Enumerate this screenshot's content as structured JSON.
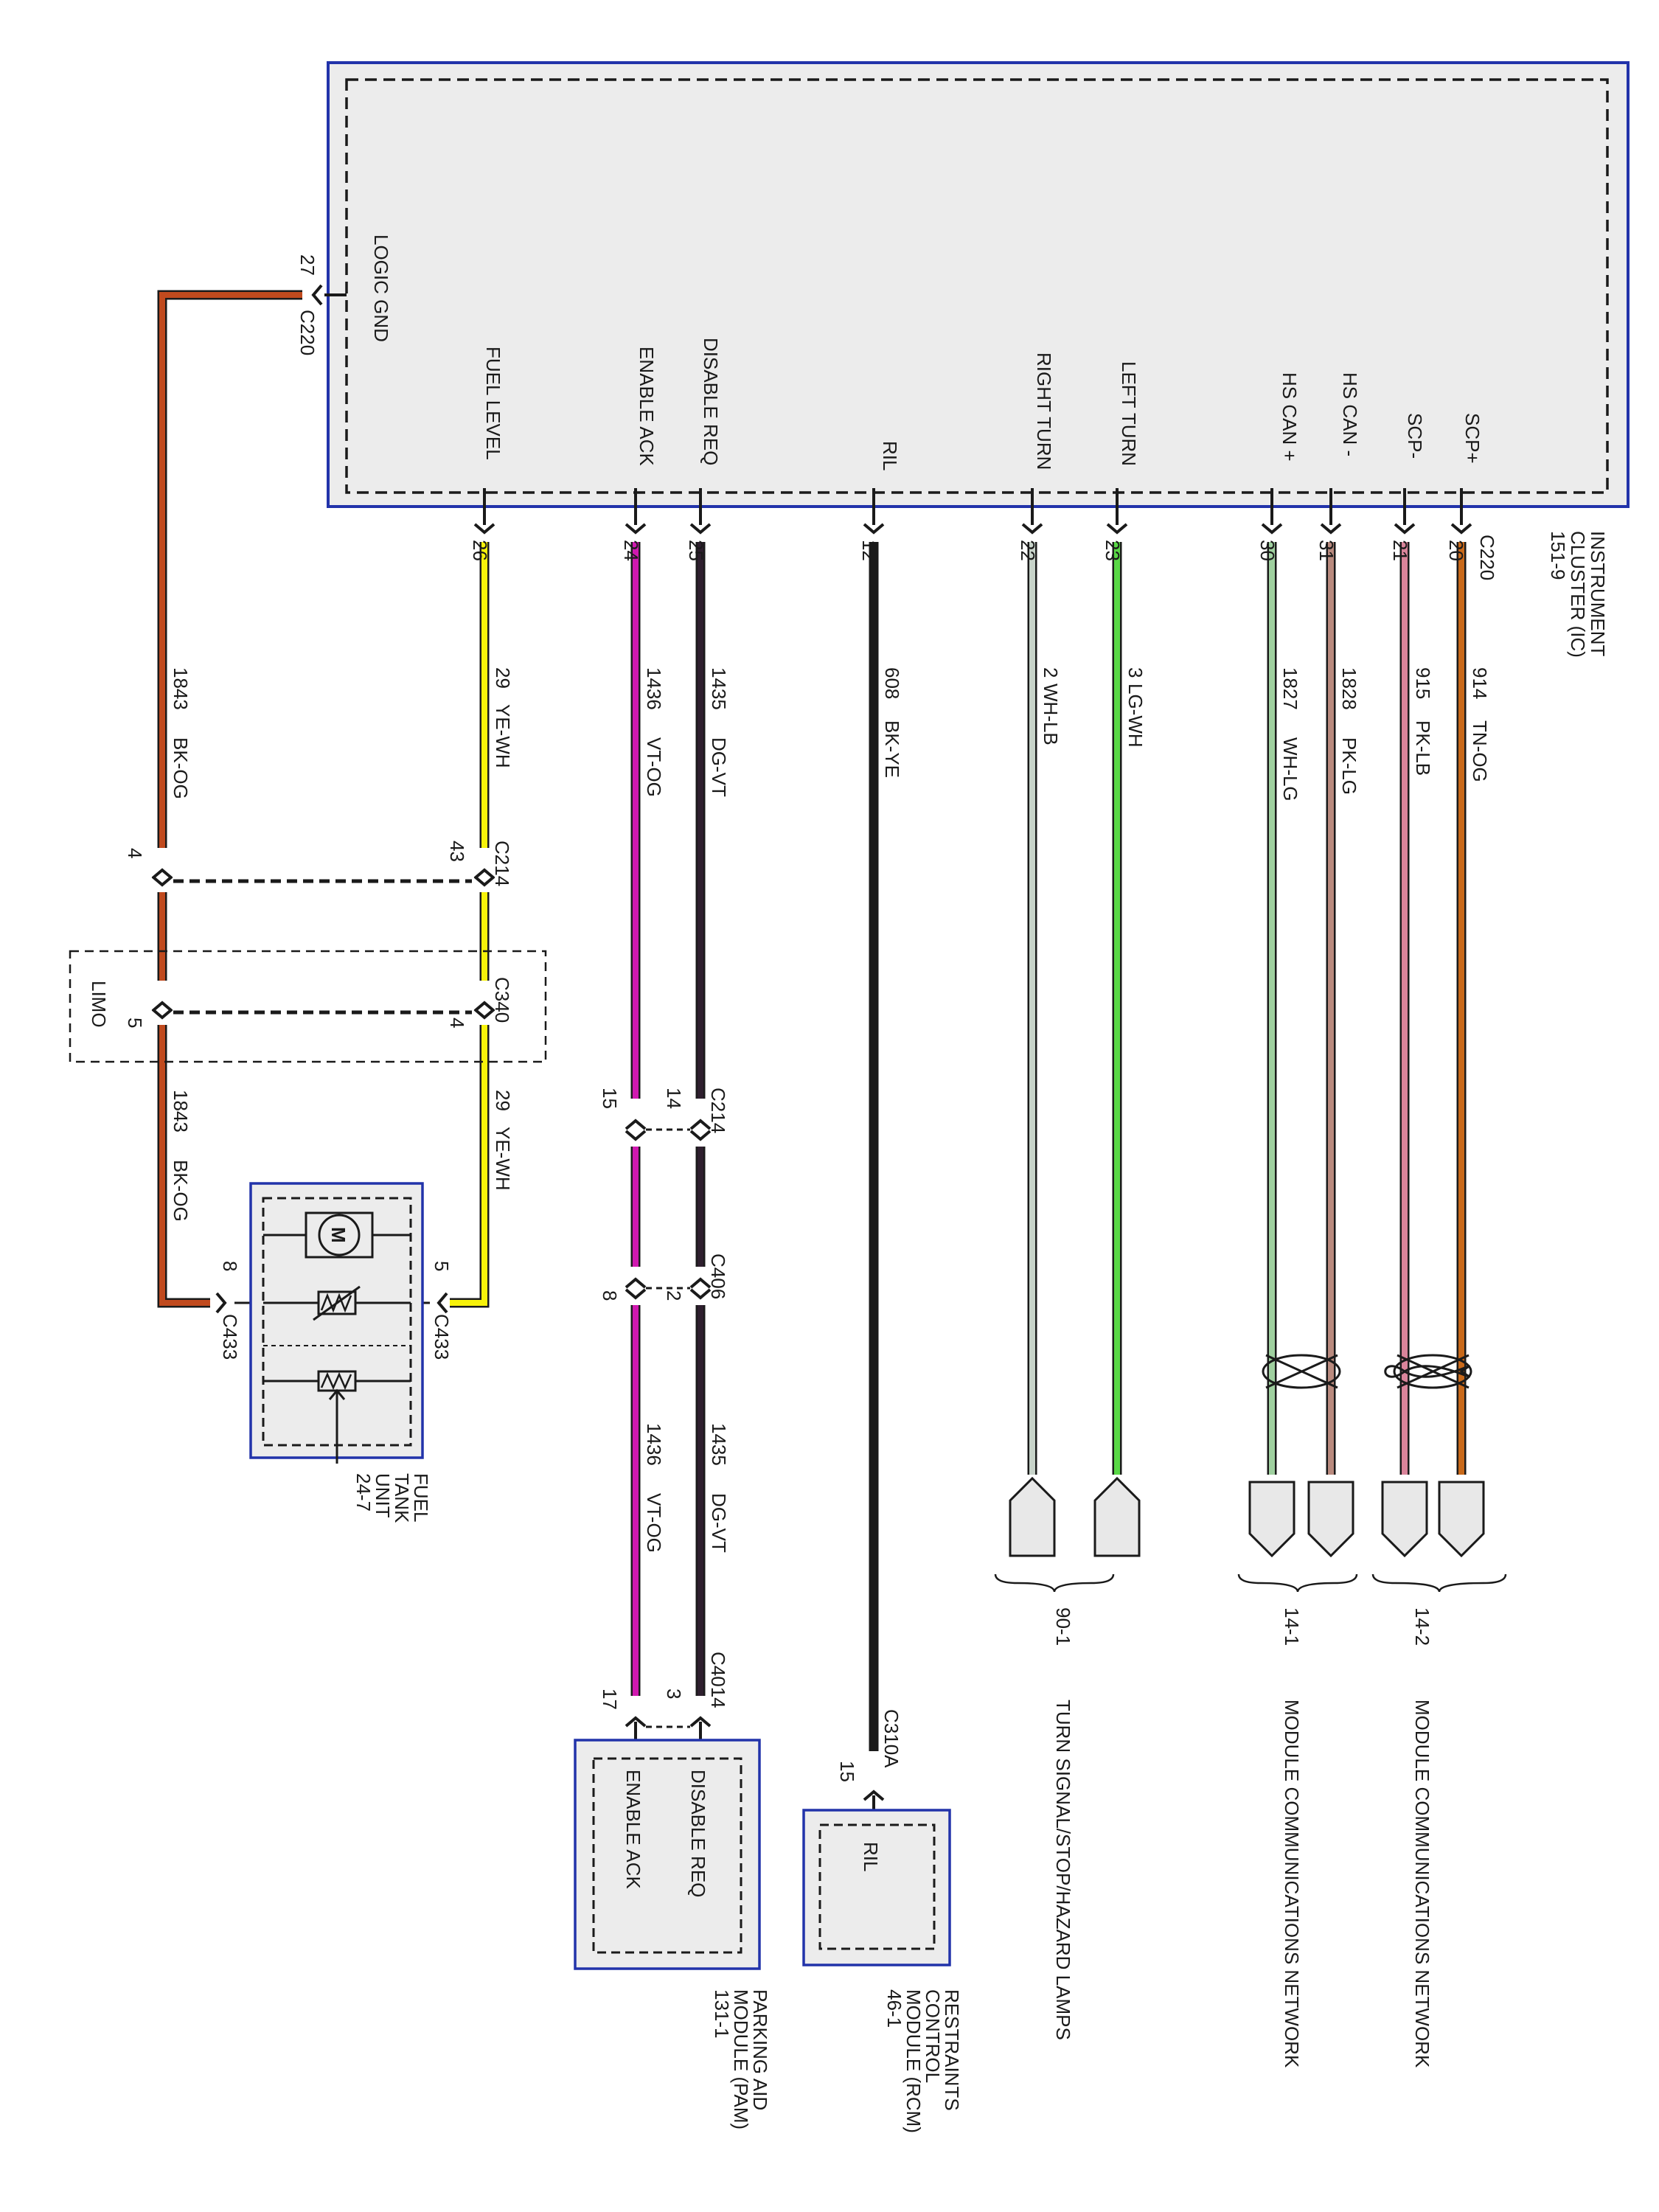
{
  "ic": {
    "connector": "C220",
    "title_lines": [
      "INSTRUMENT",
      "CLUSTER (IC)",
      "151-9"
    ],
    "logic_pin": "27",
    "logic_connector": "C220",
    "pins": [
      {
        "label": "SCP+",
        "pin": "20",
        "circuit": "914",
        "color_code": "TN-OG"
      },
      {
        "label": "SCP-",
        "pin": "21",
        "circuit": "915",
        "color_code": "PK-LB"
      },
      {
        "label": "HS CAN -",
        "pin": "31",
        "circuit": "1828",
        "color_code": "PK-LG"
      },
      {
        "label": "HS CAN +",
        "pin": "30",
        "circuit": "1827",
        "color_code": "WH-LG"
      },
      {
        "label": "LEFT TURN",
        "pin": "23",
        "circuit": "3",
        "color_code": "LG-WH"
      },
      {
        "label": "RIGHT TURN",
        "pin": "22",
        "circuit": "2",
        "color_code": "WH-LB"
      },
      {
        "label": "RIL",
        "pin": "12",
        "circuit": "608",
        "color_code": "BK-YE"
      },
      {
        "label": "DISABLE REQ",
        "pin": "25",
        "circuit": "1435",
        "color_code": "DG-VT"
      },
      {
        "label": "ENABLE ACK",
        "pin": "24",
        "circuit": "1436",
        "color_code": "VT-OG"
      },
      {
        "label": "FUEL LEVEL",
        "pin": "26",
        "circuit": "29",
        "color_code": "YE-WH"
      },
      {
        "label": "LOGIC GND",
        "pin": "27",
        "circuit": "1843",
        "color_code": "BK-OG"
      }
    ]
  },
  "wire_colors": {
    "tn_og": "#c8691a",
    "pk_lb": "#d9849a",
    "pk_lg": "#b98a7e",
    "wh_lg": "#9fd09f",
    "lg_wh": "#59d846",
    "wh_lb": "#c7d3c9",
    "black": "#1a1a1a",
    "dg_vt": "#2e1f2e",
    "vt_og": "#d019b0",
    "ye_wh": "#f7f20a",
    "bk_og": "#c04a1e",
    "border_blue": "#2233aa",
    "box_fill": "#ececec"
  },
  "c214": {
    "label": "C214",
    "pin_fuel": "43",
    "pin_gnd": "4",
    "pin_dg": "14",
    "pin_vt": "15"
  },
  "c340": {
    "label": "C340",
    "pin_fuel": "4",
    "pin_gnd": "5",
    "note": "LIMO"
  },
  "c406": {
    "label": "C406",
    "pin_dg": "2",
    "pin_vt": "8"
  },
  "c4014": {
    "label": "C4014",
    "pin_dg": "3",
    "pin_vt": "17"
  },
  "c310a": {
    "label": "C310A",
    "pin": "15"
  },
  "c433": {
    "label": "C433",
    "pin_fuel": "5",
    "pin_gnd": "8"
  },
  "lower_fuel_circuit": "29",
  "lower_fuel_color": "YE-WH",
  "lower_gnd_circuit": "1843",
  "lower_gnd_color": "BK-OG",
  "lower_dg_circuit": "1435",
  "lower_dg_color": "DG-VT",
  "lower_vt_circuit": "1436",
  "lower_vt_color": "VT-OG",
  "fuel_tank": {
    "lines": [
      "FUEL",
      "TANK",
      "UNIT",
      "24-7"
    ],
    "motor": "M"
  },
  "pam": {
    "pins": [
      "DISABLE REQ",
      "ENABLE ACK"
    ],
    "lines": [
      "PARKING AID",
      "MODULE (PAM)",
      "131-1"
    ]
  },
  "rcm": {
    "pin": "RIL",
    "lines": [
      "RESTRAINTS",
      "CONTROL",
      "MODULE (RCM)",
      "46-1"
    ]
  },
  "refs": {
    "ref_142": "14-2",
    "ref_141": "14-1",
    "ref_901": "90-1",
    "mcn_2": "MODULE COMMUNICATIONS NETWORK",
    "mcn_1": "MODULE COMMUNICATIONS NETWORK",
    "turn": "TURN SIGNAL/STOP/HAZARD LAMPS"
  }
}
